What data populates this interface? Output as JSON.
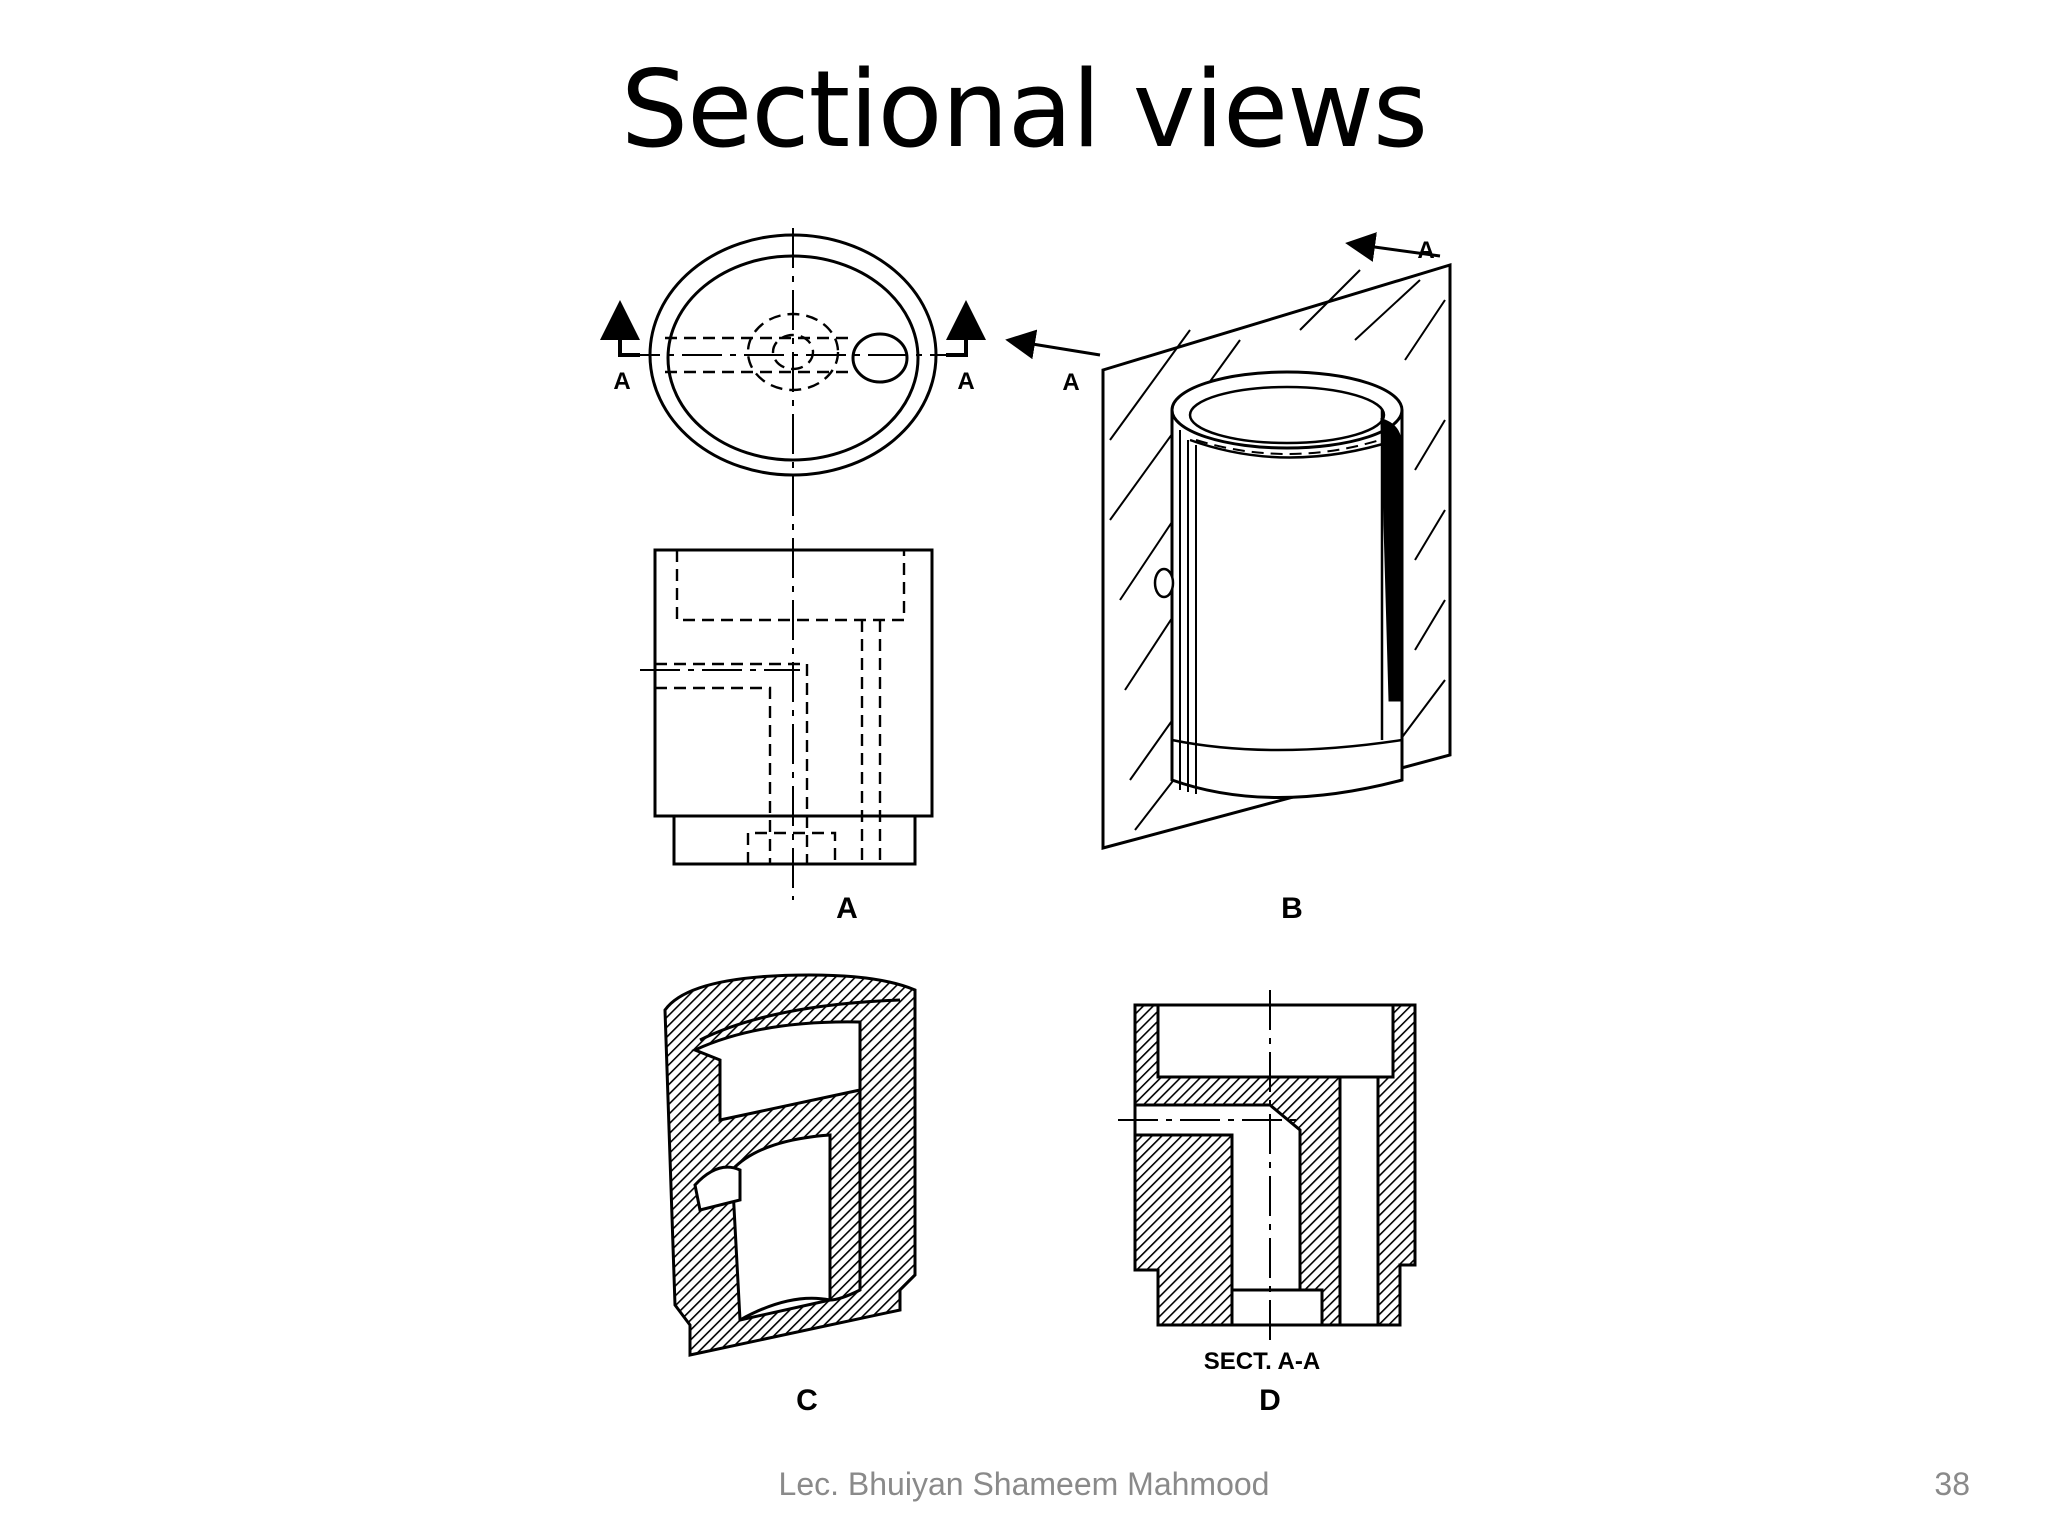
{
  "slide": {
    "title": "Sectional views",
    "footer": "Lec. Bhuiyan Shameem Mahmood",
    "page_number": "38"
  },
  "figure": {
    "panel_labels": [
      "A",
      "B",
      "C",
      "D"
    ],
    "cutting_plane_letter": "A",
    "section_caption": "SECT. A-A"
  }
}
